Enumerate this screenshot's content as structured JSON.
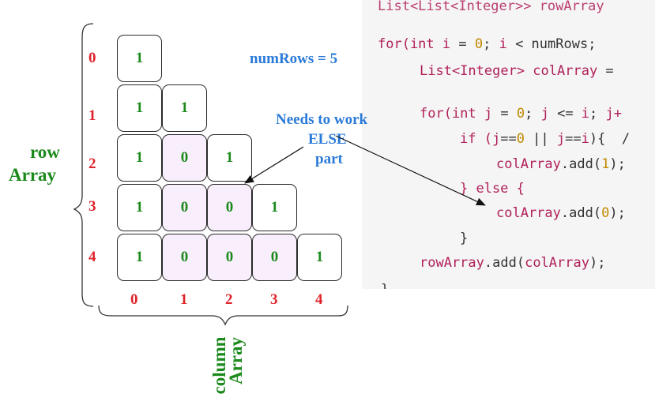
{
  "row_indices": [
    "0",
    "1",
    "2",
    "3",
    "4"
  ],
  "col_indices": [
    "0",
    "1",
    "2",
    "3",
    "4"
  ],
  "triangle": [
    [
      "1"
    ],
    [
      "1",
      "1"
    ],
    [
      "1",
      "0",
      "1"
    ],
    [
      "1",
      "0",
      "0",
      "1"
    ],
    [
      "1",
      "0",
      "0",
      "0",
      "1"
    ]
  ],
  "labels": {
    "num_rows": "numRows = 5",
    "callout_line1": "Needs to work",
    "callout_line2": "ELSE",
    "callout_line3": "part",
    "row_array_line1": "row",
    "row_array_line2": "Array",
    "column_array_line1": "column",
    "column_array_line2": "Array"
  },
  "code": {
    "line0": "List<List<Integer>> rowArray",
    "line1_a": "for(int ",
    "line1_b": "i",
    "line1_c": " = ",
    "line1_d": "0",
    "line1_e": "; ",
    "line1_f": "i",
    "line1_g": " < numRows; ",
    "line2_a": "List<Integer> ",
    "line2_b": "colArray",
    "line2_c": " =",
    "line3_a": "for(int ",
    "line3_b": "j",
    "line3_c": " = ",
    "line3_d": "0",
    "line3_e": "; ",
    "line3_f": "j",
    "line3_g": " <= ",
    "line3_h": "i",
    "line3_i": "; ",
    "line3_j": "j+",
    "line4_a": "if (",
    "line4_b": "j",
    "line4_c": "==",
    "line4_d": "0",
    "line4_e": " || ",
    "line4_f": "j",
    "line4_g": "==",
    "line4_h": "i",
    "line4_i": "){  /",
    "line5_a": "colArray",
    "line5_b": ".add(",
    "line5_c": "1",
    "line5_d": ");",
    "line6": "} else {",
    "line7_a": "colArray",
    "line7_b": ".add(",
    "line7_c": "0",
    "line7_d": ");",
    "line8": "}",
    "line9_a": "rowArray",
    "line9_b": ".add(",
    "line9_c": "colArray",
    "line9_d": ");",
    "line10": "}"
  },
  "colors": {
    "value_green": "#1b8a1b",
    "index_red": "#e0222a",
    "label_blue": "#2a7ad8",
    "else_fill": "#f8eefc"
  }
}
